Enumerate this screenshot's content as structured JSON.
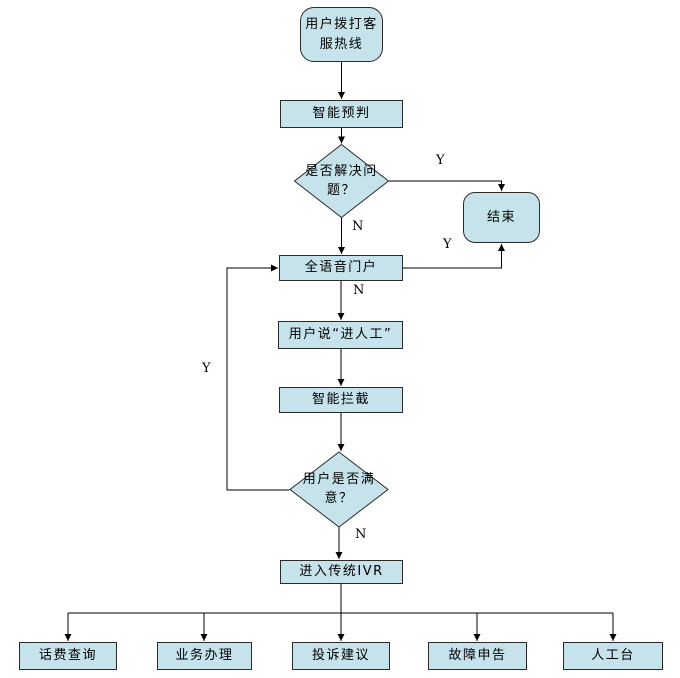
{
  "diagram": {
    "background": "#FFFFFF",
    "node_fill": "#C6E2EB",
    "node_border": "#2A2A2A",
    "line_color": "#000000",
    "nodes": {
      "start": "用户拨打客\n服热线",
      "predict": "智能预判",
      "q_solved": "是否解决问\n题？",
      "end": "结束",
      "voice_portal": "全语音门户",
      "say_manual": "用户说“进人工”",
      "intercept": "智能拦截",
      "q_satisfied": "用户是否满\n意？",
      "ivr": "进入传统IVR",
      "leaves": [
        "话费查询",
        "业务办理",
        "投诉建议",
        "故障申告",
        "人工台"
      ]
    },
    "edge_labels": {
      "solved_yes": "Y",
      "solved_no": "N",
      "portal_end_yes": "Y",
      "portal_no": "N",
      "satisfied_yes": "Y",
      "satisfied_no": "N"
    }
  }
}
